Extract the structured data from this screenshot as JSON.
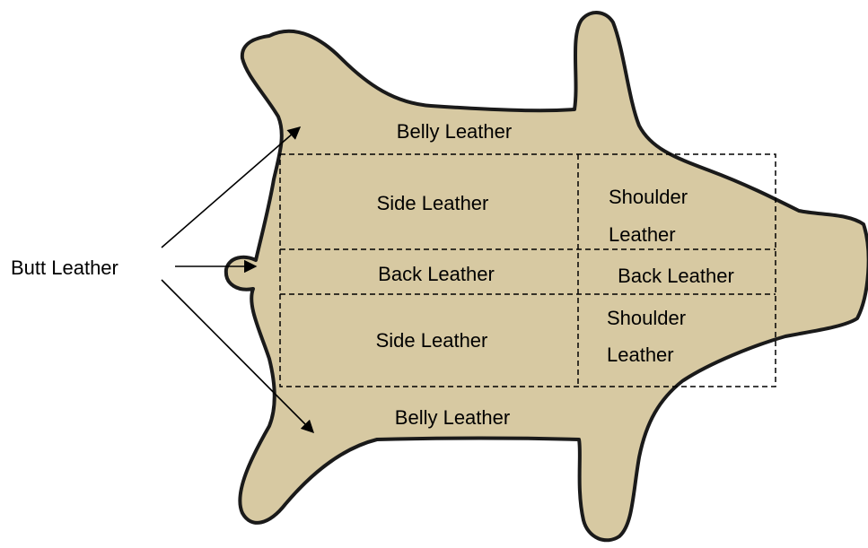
{
  "diagram": {
    "colors": {
      "hide_fill": "#D7C9A2",
      "hide_outline": "#1a1a1a",
      "dashed_lines": "#000000",
      "arrows": "#000000",
      "background": "#ffffff"
    },
    "labels": {
      "belly_top": "Belly Leather",
      "belly_bottom": "Belly Leather",
      "side_top": "Side Leather",
      "side_bottom": "Side Leather",
      "back_left": "Back Leather",
      "back_right": "Back Leather",
      "shoulder_top_line1": "Shoulder",
      "shoulder_top_line2": "Leather",
      "shoulder_bottom_line1": "Shoulder",
      "shoulder_bottom_line2": "Leather",
      "butt": "Butt Leather"
    }
  }
}
